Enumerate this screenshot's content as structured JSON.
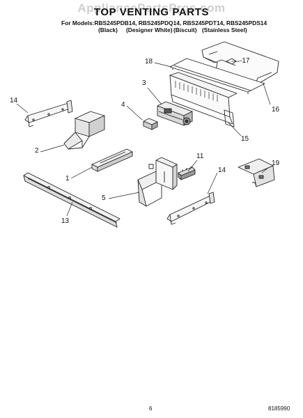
{
  "header": {
    "watermark": "AppliancePartsPros.com",
    "title": "TOP VENTING PARTS",
    "models_line": "For Models:RBS245PDB14, RBS245PDQ14, RBS245PDT14, RBS245PDS14",
    "variants": [
      "(Black)",
      "(Designer White)",
      "(Biscuit)",
      "(Stainless Steel)"
    ]
  },
  "callouts": [
    {
      "id": "18",
      "label": "18"
    },
    {
      "id": "17",
      "label": "-17"
    },
    {
      "id": "3",
      "label": "3"
    },
    {
      "id": "14a",
      "label": "14"
    },
    {
      "id": "16",
      "label": "16"
    },
    {
      "id": "4",
      "label": "4"
    },
    {
      "id": "15",
      "label": "15"
    },
    {
      "id": "2",
      "label": "2"
    },
    {
      "id": "19",
      "label": "19"
    },
    {
      "id": "11",
      "label": "11"
    },
    {
      "id": "1",
      "label": "1"
    },
    {
      "id": "14b",
      "label": "14"
    },
    {
      "id": "5",
      "label": "5"
    },
    {
      "id": "13",
      "label": "13"
    }
  ],
  "footer": {
    "page_number": "6",
    "doc_number": "8185990"
  }
}
